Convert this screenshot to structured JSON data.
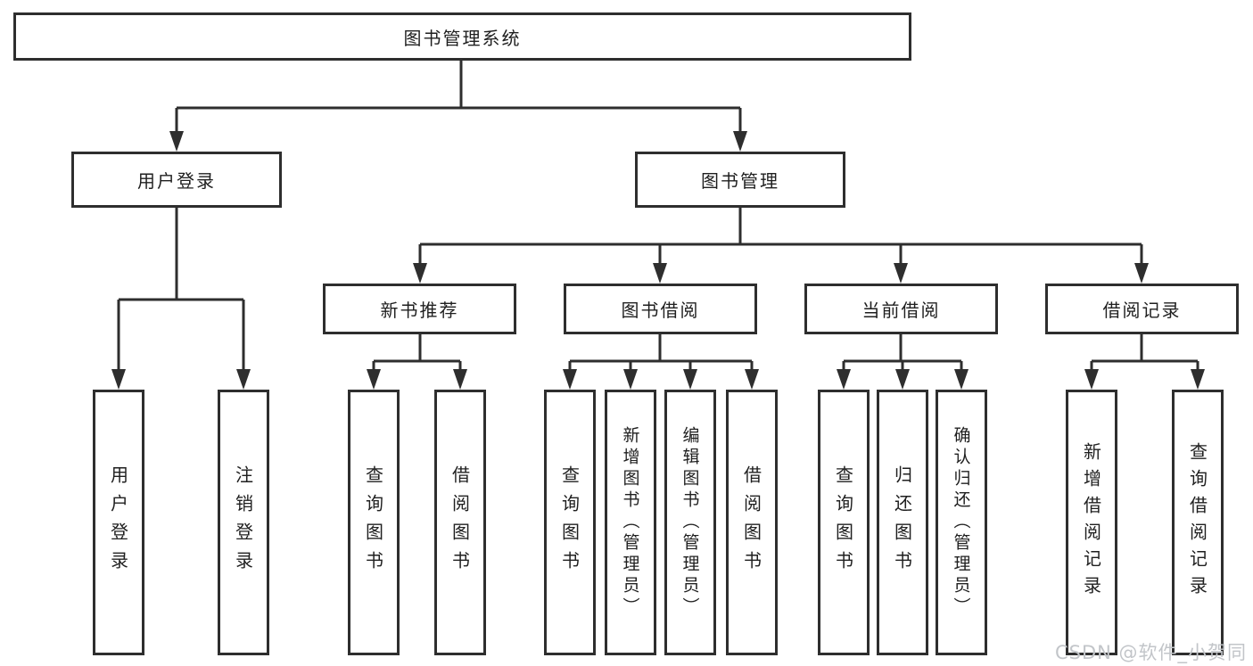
{
  "diagram": {
    "tree": {
      "label": "图书管理系统",
      "children": [
        {
          "label": "用户登录",
          "children": [
            {
              "label": "用户登录"
            },
            {
              "label": "注销登录"
            }
          ]
        },
        {
          "label": "图书管理",
          "children": [
            {
              "label": "新书推荐",
              "children": [
                {
                  "label": "查询图书"
                },
                {
                  "label": "借阅图书"
                }
              ]
            },
            {
              "label": "图书借阅",
              "children": [
                {
                  "label": "查询图书"
                },
                {
                  "label": "新增图书（管理员）"
                },
                {
                  "label": "编辑图书（管理员）"
                },
                {
                  "label": "借阅图书"
                }
              ]
            },
            {
              "label": "当前借阅",
              "children": [
                {
                  "label": "查询图书"
                },
                {
                  "label": "归还图书"
                },
                {
                  "label": "确认归还（管理员）"
                }
              ]
            },
            {
              "label": "借阅记录",
              "children": [
                {
                  "label": "新增借阅记录"
                },
                {
                  "label": "查询借阅记录"
                }
              ]
            }
          ]
        }
      ]
    },
    "watermark": "CSDN @软件_小贺同学",
    "colors": {
      "line": "#2e2e2e",
      "box_border": "#2e2e2e",
      "text": "#1f1f1f",
      "background": "#ffffff",
      "watermark": "#c2c5c9"
    }
  }
}
